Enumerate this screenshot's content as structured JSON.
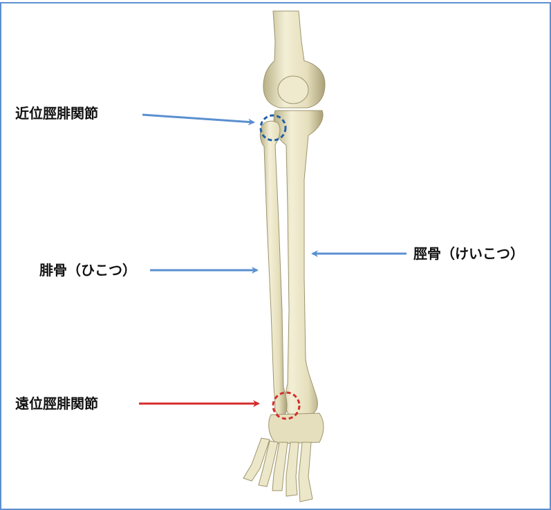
{
  "labels": {
    "proximal_joint": "近位脛腓関節",
    "fibula": "腓骨（ひこつ）",
    "tibia": "脛骨（けいこつ）",
    "distal_joint": "遠位脛腓関節"
  },
  "colors": {
    "frame_border": "#5b8fd0",
    "blue_arrow": "#5a8fd0",
    "red_arrow": "#d52b2b",
    "blue_circle": "#1f5fa8",
    "red_circle": "#d52b2b",
    "bone_fill": "#ece7c9",
    "bone_shadow": "#c7bf95"
  }
}
